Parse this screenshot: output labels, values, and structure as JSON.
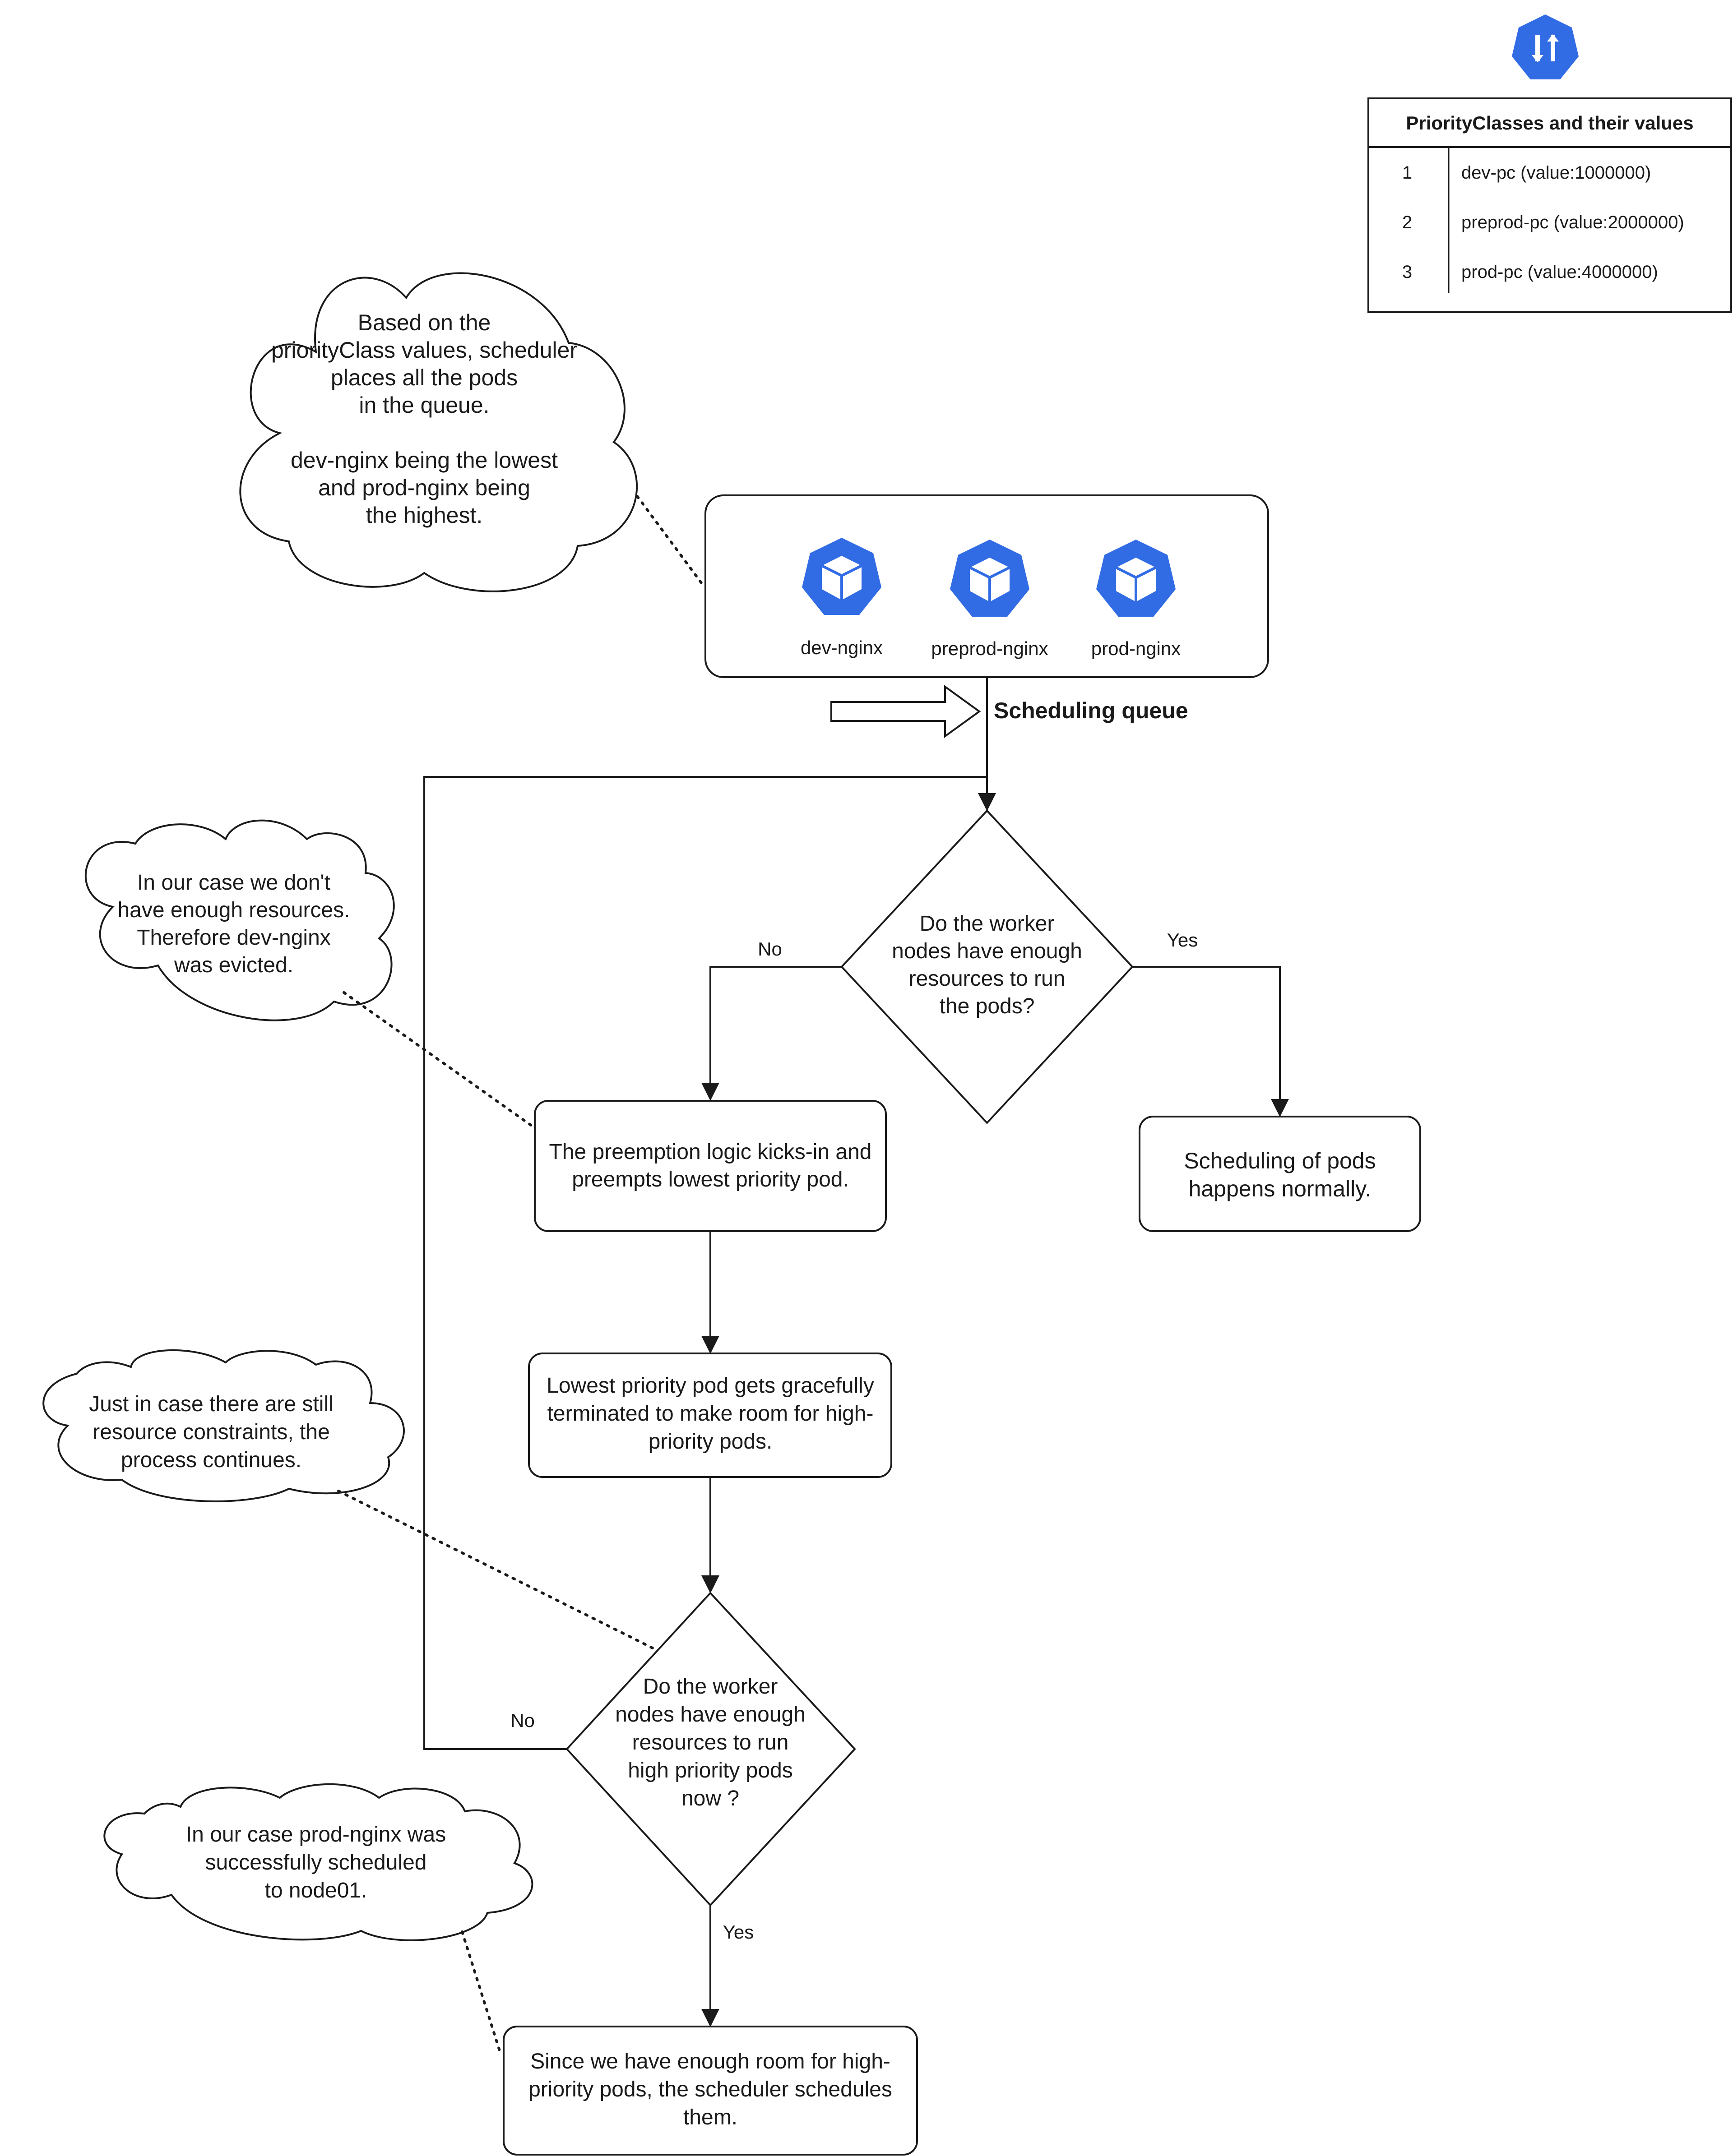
{
  "legend": {
    "title": "PriorityClasses and their values",
    "rows": [
      {
        "index": "1",
        "label": "dev-pc (value:1000000)"
      },
      {
        "index": "2",
        "label": "preprod-pc (value:2000000)"
      },
      {
        "index": "3",
        "label": "prod-pc (value:4000000)"
      }
    ]
  },
  "queue": {
    "label": "Scheduling queue",
    "pods": [
      "dev-nginx",
      "preprod-nginx",
      "prod-nginx"
    ]
  },
  "clouds": {
    "queue_note": [
      "Based on the",
      "priorityClass values, scheduler",
      "places all the pods",
      "in the queue.",
      "",
      "dev-nginx being the lowest",
      "and prod-nginx being",
      "the highest."
    ],
    "evict_note": [
      "In our case we don't",
      "have enough resources.",
      "Therefore dev-nginx",
      "was evicted."
    ],
    "continue_note": [
      "Just in case there are still",
      "resource constraints, the",
      "process continues."
    ],
    "scheduled_note": [
      "In our case prod-nginx was",
      "successfully scheduled",
      "to node01."
    ]
  },
  "decisions": {
    "first": [
      "Do the worker",
      "nodes have enough",
      "resources to run",
      "the pods?"
    ],
    "second": [
      "Do the worker",
      "nodes have enough",
      "resources to run",
      "high priority pods",
      "now ?"
    ]
  },
  "boxes": {
    "preempt": [
      "The preemption logic kicks-in and",
      "preempts lowest priority pod."
    ],
    "normal": [
      "Scheduling of pods",
      "happens normally."
    ],
    "terminate": [
      "Lowest priority pod gets gracefully",
      "terminated to make room for high-",
      "priority pods."
    ],
    "final": [
      "Since we have enough room for high-",
      "priority pods, the scheduler schedules",
      "them."
    ]
  },
  "edge_labels": {
    "first_no": "No",
    "first_yes": "Yes",
    "second_no": "No",
    "second_yes": "Yes"
  },
  "colors": {
    "k8s_blue": "#326ce5",
    "stroke": "#1a1a1a"
  },
  "icons": {
    "top_logo": "kubernetes-scheduler-icon",
    "pod": "kubernetes-pod-icon"
  }
}
